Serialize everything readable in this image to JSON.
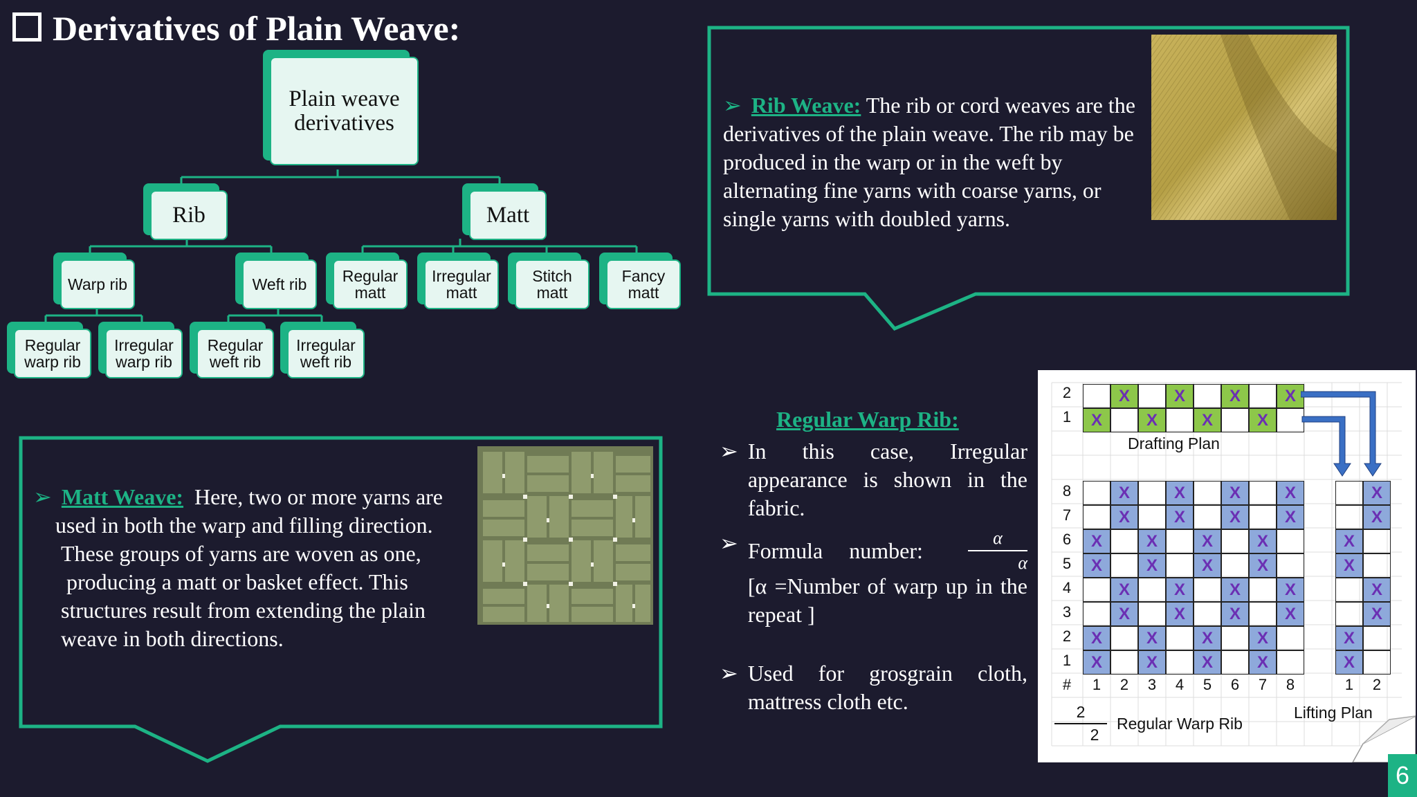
{
  "title": "Derivatives of Plain Weave:",
  "tree": {
    "root": "Plain weave derivatives",
    "rib": "Rib",
    "matt": "Matt",
    "warp_rib": "Warp rib",
    "weft_rib": "Weft rib",
    "regular_matt": "Regular matt",
    "irregular_matt": "Irregular matt",
    "stitch_matt": "Stitch matt",
    "fancy_matt": "Fancy matt",
    "regular_warp_rib": "Regular warp rib",
    "irregular_warp_rib": "Irregular warp rib",
    "regular_weft_rib": "Regular weft rib",
    "irregular_weft_rib": "Irregular weft rib"
  },
  "rib_box": {
    "heading": "Rib Weave:",
    "text": " The rib or cord weaves are the derivatives of the plain weave. The rib may be produced in the warp or in the weft by alternating fine yarns with coarse yarns, or single yarns with doubled yarns."
  },
  "matt_box": {
    "heading": "Matt Weave:",
    "line1": "  Here, two or more yarns are",
    "line2": "used in both the warp and filling direction.",
    "line3": "These groups of yarns are woven as one,",
    "line4": "producing a matt or  basket effect. This",
    "line5": "structures result from extending the plain",
    "line6": "weave in both directions."
  },
  "regular_warp_rib": {
    "heading": "Regular Warp Rib:",
    "bullet1": "In this case, Irregular appearance is shown in the fabric.",
    "bullet2_label": "Formula number:",
    "alpha": "α",
    "bullet2_rest": "[α =Number of warp up in the repeat ]",
    "bullet3": "Used for grosgrain cloth, mattress cloth etc."
  },
  "grid": {
    "drafting_label": "Drafting Plan",
    "lifting_label": "Lifting Plan",
    "caption": "Regular Warp Rib",
    "frac_top": "2",
    "frac_bottom": "2",
    "mark": "X",
    "hash": "#",
    "draft_rows": [
      "2",
      "1"
    ],
    "plan_rows": [
      "8",
      "7",
      "6",
      "5",
      "4",
      "3",
      "2",
      "1"
    ],
    "cols": [
      "1",
      "2",
      "3",
      "4",
      "5",
      "6",
      "7",
      "8"
    ],
    "lift_cols": [
      "1",
      "2"
    ],
    "draft_pattern": [
      [
        0,
        1,
        0,
        1,
        0,
        1,
        0,
        1
      ],
      [
        1,
        0,
        1,
        0,
        1,
        0,
        1,
        0
      ]
    ],
    "plan_pattern": [
      [
        0,
        1,
        0,
        1,
        0,
        1,
        0,
        1
      ],
      [
        0,
        1,
        0,
        1,
        0,
        1,
        0,
        1
      ],
      [
        1,
        0,
        1,
        0,
        1,
        0,
        1,
        0
      ],
      [
        1,
        0,
        1,
        0,
        1,
        0,
        1,
        0
      ],
      [
        0,
        1,
        0,
        1,
        0,
        1,
        0,
        1
      ],
      [
        0,
        1,
        0,
        1,
        0,
        1,
        0,
        1
      ],
      [
        1,
        0,
        1,
        0,
        1,
        0,
        1,
        0
      ],
      [
        1,
        0,
        1,
        0,
        1,
        0,
        1,
        0
      ]
    ],
    "lift_pattern": [
      [
        0,
        1
      ],
      [
        0,
        1
      ],
      [
        1,
        0
      ],
      [
        1,
        0
      ],
      [
        0,
        1
      ],
      [
        0,
        1
      ],
      [
        1,
        0
      ],
      [
        1,
        0
      ]
    ]
  },
  "page_number": "6",
  "colors": {
    "accent": "#1db385",
    "background": "#1c1b2e",
    "green_cell": "#8dc74a",
    "blue_cell": "#8ea9db",
    "mark": "#6b2fb3",
    "arrow": "#3a6fc4"
  }
}
